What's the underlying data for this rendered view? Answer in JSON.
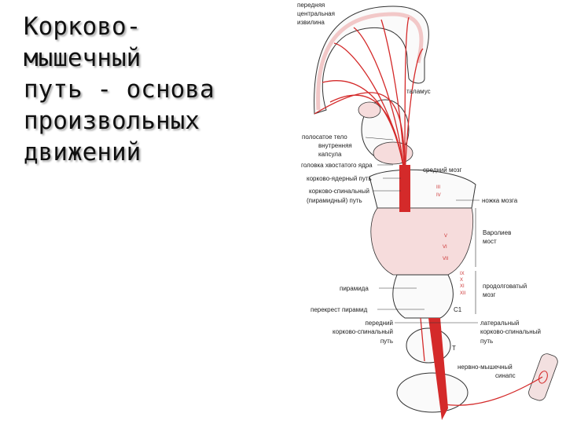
{
  "slide": {
    "title": "Корково-\nмышечный\nпуть - основа\nпроизвольных\nдвижений"
  },
  "diagram": {
    "labels": {
      "precentral_gyrus": [
        "передняя",
        "центральная",
        "извилина"
      ],
      "thalamus": "таламус",
      "striatum": "полосатое тело",
      "internal_capsule": [
        "внутренняя",
        "капсула"
      ],
      "caudate_head": "головка хвостатого ядра",
      "midbrain": "средний мозг",
      "corticonuclear_tract": "корково-ядерный путь",
      "corticospinal_tract": [
        "корково-спинальный",
        "(пирамидный) путь"
      ],
      "cerebral_peduncle": "ножка мозга",
      "pons": [
        "Варолиев",
        "мост"
      ],
      "pyramid": "пирамида",
      "medulla": [
        "продолговатый",
        "мозг"
      ],
      "pyramidal_decussation": "перекрест пирамид",
      "c1": "C1",
      "anterior_tract": [
        "передний",
        "корково-спинальный",
        "путь"
      ],
      "lateral_tract": [
        "латеральный",
        "корково-спинальный",
        "путь"
      ],
      "t_level": "T",
      "synapse": [
        "нервно-мышечный",
        "синапс"
      ]
    },
    "cranial_nerves": [
      "III",
      "IV",
      "V",
      "VI",
      "VII",
      "IX",
      "X",
      "XI",
      "XII"
    ],
    "colors": {
      "tract": "#d42a2a",
      "tissue": "#f6dcdc"
    }
  }
}
